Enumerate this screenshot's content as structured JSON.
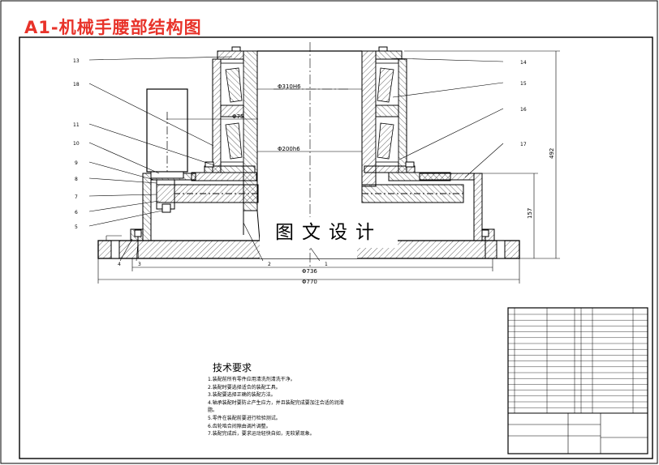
{
  "title": "A1-机械手腰部结构图",
  "watermark": "图文设计",
  "part_numbers": {
    "left": [
      "13",
      "18",
      "11",
      "10",
      "9",
      "8",
      "7",
      "6",
      "5"
    ],
    "right": [
      "14",
      "15",
      "16",
      "17"
    ],
    "bottom": [
      "4",
      "3",
      "2",
      "1"
    ]
  },
  "dimensions": {
    "d_inner_fit": "Φ310H6",
    "d_small": "Φ75",
    "d_shaft_fit": "Φ200h6",
    "d_base": "Φ736",
    "d_overall": "Φ770",
    "height_total": "492",
    "height_lower": "157"
  },
  "tech_requirements": {
    "heading": "技术要求",
    "items": [
      "1.装配前所有零件应用清洗剂清洗干净。",
      "2.装配时要选择适合的装配工具。",
      "3.装配要选择正确的装配方法。",
      "4.轴承装配时要防止产生应力，并且装配完成要加注合适的润滑",
      "脂。",
      "5.零件在装配前要进行检验测试。",
      "6.齿轮啮合间隙由调片调整。",
      "7.装配完成后，要求运动轻快自如，无较紧现象。"
    ]
  }
}
